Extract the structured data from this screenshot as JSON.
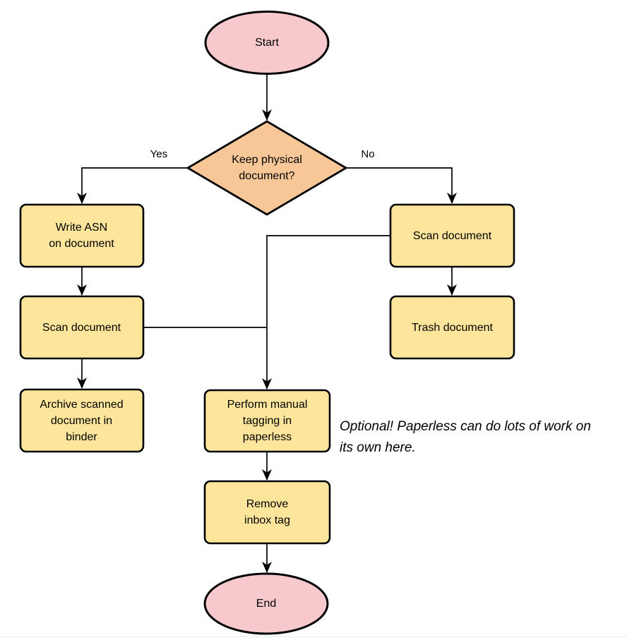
{
  "canvas": {
    "background": "#ffffff"
  },
  "colors": {
    "terminal_fill": "#f7c9cc",
    "process_fill": "#fde69b",
    "decision_fill": "#f8c797",
    "stroke": "#000000",
    "text": "#000000",
    "bottom_divider": "#ebebeb"
  },
  "nodes": {
    "start": {
      "type": "terminal",
      "label": "Start"
    },
    "decision": {
      "type": "decision",
      "label": "Keep physical\ndocument?"
    },
    "write_asn": {
      "type": "process",
      "label": "Write ASN\non document"
    },
    "scan_left": {
      "type": "process",
      "label": "Scan document"
    },
    "archive": {
      "type": "process",
      "label": "Archive scanned\ndocument in\nbinder"
    },
    "scan_right": {
      "type": "process",
      "label": "Scan document"
    },
    "trash": {
      "type": "process",
      "label": "Trash document"
    },
    "tagging": {
      "type": "process",
      "label": "Perform manual\ntagging in\npaperless"
    },
    "remove_inbox": {
      "type": "process",
      "label": "Remove\ninbox tag"
    },
    "end": {
      "type": "terminal",
      "label": "End"
    }
  },
  "edge_labels": {
    "yes": "Yes",
    "no": "No"
  },
  "note": {
    "text": "Optional! Paperless can do lots of work on\nits own here."
  }
}
